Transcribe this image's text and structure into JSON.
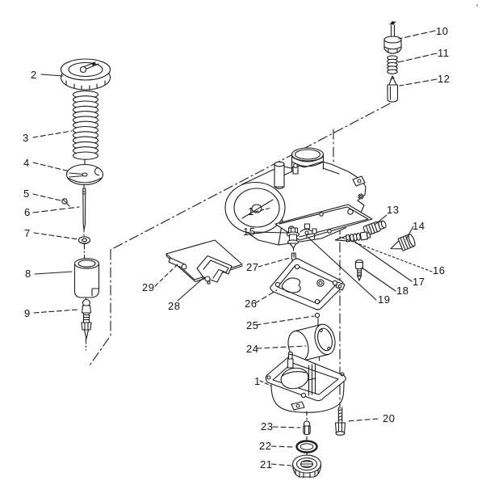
{
  "diagram": {
    "background": "#ffffff",
    "line_color": "#1c1c1c",
    "text_color": "#141414",
    "corner_mark": "'",
    "callouts": [
      {
        "text": "2"
      },
      {
        "text": "3"
      },
      {
        "text": "4"
      },
      {
        "text": "5"
      },
      {
        "text": "6"
      },
      {
        "text": "7"
      },
      {
        "text": "8"
      },
      {
        "text": "9"
      },
      {
        "text": "10"
      },
      {
        "text": "11"
      },
      {
        "text": "12"
      },
      {
        "text": "1"
      },
      {
        "text": "13"
      },
      {
        "text": "14"
      },
      {
        "text": "15"
      },
      {
        "text": "16"
      },
      {
        "text": "17"
      },
      {
        "text": "18"
      },
      {
        "text": "19"
      },
      {
        "text": "27"
      },
      {
        "text": "29"
      },
      {
        "text": "28"
      },
      {
        "text": "26"
      },
      {
        "text": "25"
      },
      {
        "text": "24"
      },
      {
        "text": "1"
      },
      {
        "text": "20"
      },
      {
        "text": "23"
      },
      {
        "text": "22"
      },
      {
        "text": "21"
      }
    ]
  }
}
